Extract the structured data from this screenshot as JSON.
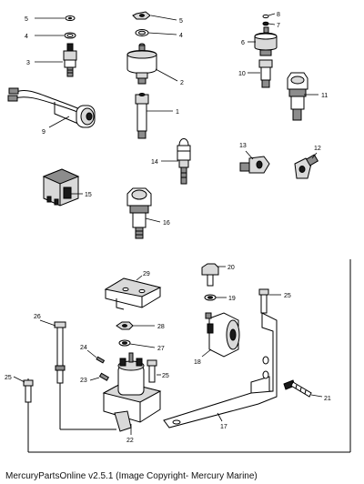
{
  "footer": {
    "caption": "MercuryPartsOnline v2.5.1 (Image Copyright- Mercury Marine)"
  },
  "callouts": {
    "c1": "1",
    "c2": "2",
    "c3": "3",
    "c4a": "4",
    "c4b": "4",
    "c5a": "5",
    "c5b": "5",
    "c6": "6",
    "c7": "7",
    "c8": "8",
    "c9": "9",
    "c10": "10",
    "c11": "11",
    "c12": "12",
    "c13": "13",
    "c14": "14",
    "c15": "15",
    "c16": "16",
    "c17": "17",
    "c18": "18",
    "c19": "19",
    "c20": "20",
    "c21": "21",
    "c22": "22",
    "c23": "23",
    "c24": "24",
    "c25a": "25",
    "c25b": "25",
    "c25c": "25",
    "c26": "26",
    "c27": "27",
    "c28": "28",
    "c29": "29"
  }
}
